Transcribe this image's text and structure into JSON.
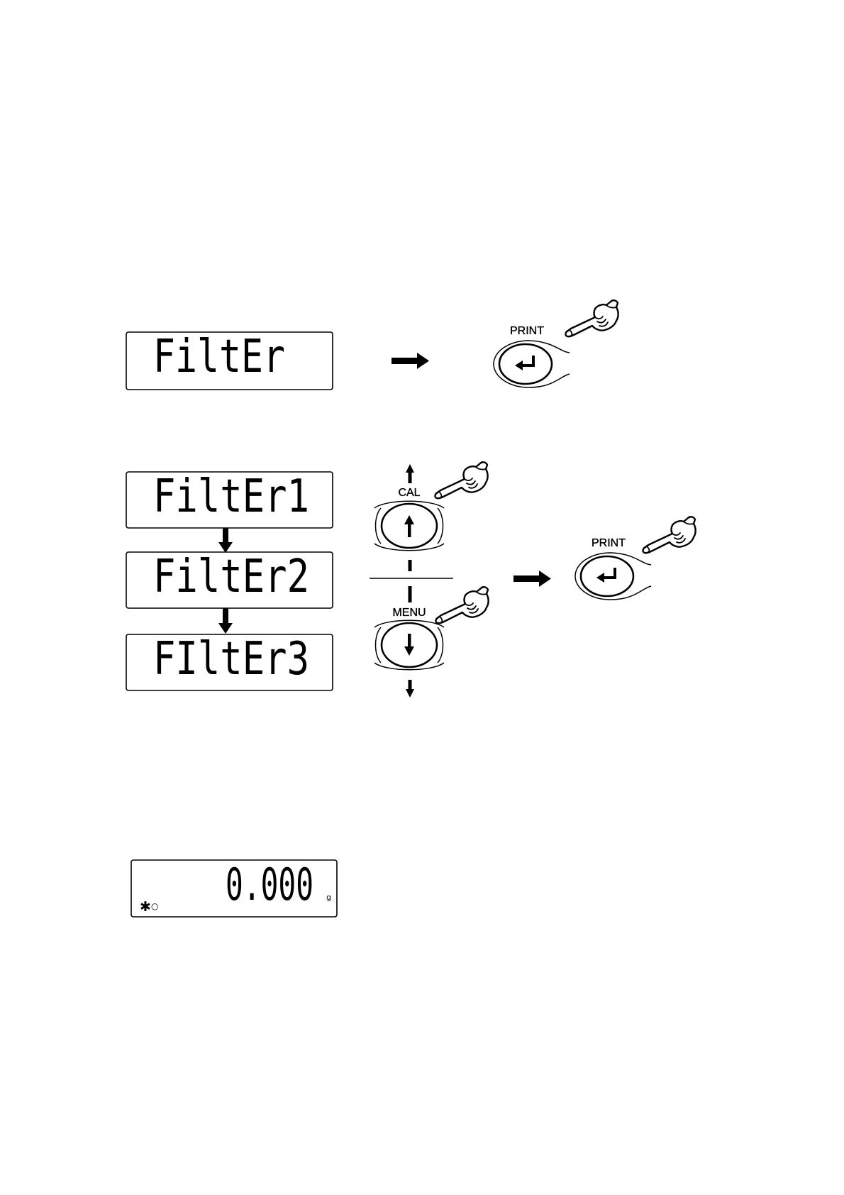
{
  "colors": {
    "ink": "#000000",
    "background": "#ffffff"
  },
  "step_select_filter": {
    "display_text": "FiltEr",
    "confirm_key_label": "PRINT",
    "confirm_key_icon": "enter-return-icon",
    "pointer_icon": "pointing-hand-icon"
  },
  "step_choose_setting": {
    "displays": [
      "FiltEr1",
      "FiltEr2",
      "FIltEr3"
    ],
    "up_key_label": "CAL",
    "up_key_icon": "arrow-up-icon",
    "down_key_label": "MENU",
    "down_key_icon": "arrow-down-icon",
    "confirm_key_label": "PRINT",
    "confirm_key_icon": "enter-return-icon"
  },
  "step_result": {
    "display_value": "0.000",
    "unit": "g",
    "indicator_star": "✱",
    "indicator_circle": "○"
  }
}
